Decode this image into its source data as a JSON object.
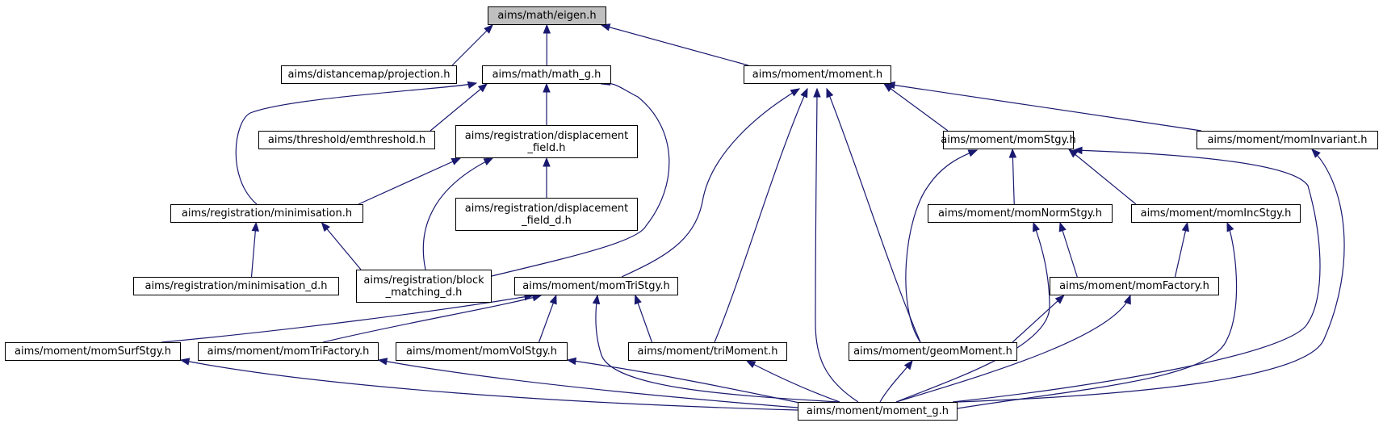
{
  "nodes": [
    {
      "id": "eigen",
      "label": "aims/math/eigen.h",
      "root": true
    },
    {
      "id": "projection",
      "label": "aims/distancemap/projection.h"
    },
    {
      "id": "math_g",
      "label": "aims/math/math_g.h"
    },
    {
      "id": "moment",
      "label": "aims/moment/moment.h"
    },
    {
      "id": "emthreshold",
      "label": "aims/threshold/emthreshold.h"
    },
    {
      "id": "displacement_field",
      "label": "aims/registration/displacement\n_field.h"
    },
    {
      "id": "momStgy",
      "label": "aims/moment/momStgy.h"
    },
    {
      "id": "momInvariant",
      "label": "aims/moment/momInvariant.h"
    },
    {
      "id": "minimisation",
      "label": "aims/registration/minimisation.h"
    },
    {
      "id": "displacement_field_d",
      "label": "aims/registration/displacement\n_field_d.h"
    },
    {
      "id": "momNormStgy",
      "label": "aims/moment/momNormStgy.h"
    },
    {
      "id": "momIncStgy",
      "label": "aims/moment/momIncStgy.h"
    },
    {
      "id": "minimisation_d",
      "label": "aims/registration/minimisation_d.h"
    },
    {
      "id": "block_matching_d",
      "label": "aims/registration/block\n_matching_d.h"
    },
    {
      "id": "momTriStgy",
      "label": "aims/moment/momTriStgy.h"
    },
    {
      "id": "momFactory",
      "label": "aims/moment/momFactory.h"
    },
    {
      "id": "momSurfStgy",
      "label": "aims/moment/momSurfStgy.h"
    },
    {
      "id": "momTriFactory",
      "label": "aims/moment/momTriFactory.h"
    },
    {
      "id": "momVolStgy",
      "label": "aims/moment/momVolStgy.h"
    },
    {
      "id": "triMoment",
      "label": "aims/moment/triMoment.h"
    },
    {
      "id": "geomMoment",
      "label": "aims/moment/geomMoment.h"
    },
    {
      "id": "moment_g",
      "label": "aims/moment/moment_g.h"
    }
  ],
  "edges": [
    [
      "projection",
      "eigen"
    ],
    [
      "math_g",
      "eigen"
    ],
    [
      "moment",
      "eigen"
    ],
    [
      "emthreshold",
      "math_g"
    ],
    [
      "displacement_field",
      "math_g"
    ],
    [
      "minimisation",
      "math_g"
    ],
    [
      "block_matching_d",
      "math_g"
    ],
    [
      "minimisation",
      "displacement_field"
    ],
    [
      "displacement_field_d",
      "displacement_field"
    ],
    [
      "block_matching_d",
      "displacement_field"
    ],
    [
      "minimisation_d",
      "minimisation"
    ],
    [
      "block_matching_d",
      "minimisation"
    ],
    [
      "momStgy",
      "moment"
    ],
    [
      "momInvariant",
      "moment"
    ],
    [
      "momTriStgy",
      "moment"
    ],
    [
      "triMoment",
      "moment"
    ],
    [
      "geomMoment",
      "moment"
    ],
    [
      "moment_g",
      "moment"
    ],
    [
      "momNormStgy",
      "momStgy"
    ],
    [
      "momIncStgy",
      "momStgy"
    ],
    [
      "geomMoment",
      "momStgy"
    ],
    [
      "moment_g",
      "momStgy"
    ],
    [
      "moment_g",
      "momInvariant"
    ],
    [
      "momFactory",
      "momNormStgy"
    ],
    [
      "moment_g",
      "momNormStgy"
    ],
    [
      "momFactory",
      "momIncStgy"
    ],
    [
      "moment_g",
      "momIncStgy"
    ],
    [
      "geomMoment",
      "momFactory"
    ],
    [
      "moment_g",
      "momFactory"
    ],
    [
      "momSurfStgy",
      "momTriStgy"
    ],
    [
      "momTriFactory",
      "momTriStgy"
    ],
    [
      "momVolStgy",
      "momTriStgy"
    ],
    [
      "triMoment",
      "momTriStgy"
    ],
    [
      "moment_g",
      "momTriStgy"
    ],
    [
      "moment_g",
      "momSurfStgy"
    ],
    [
      "moment_g",
      "momTriFactory"
    ],
    [
      "moment_g",
      "momVolStgy"
    ],
    [
      "moment_g",
      "triMoment"
    ],
    [
      "moment_g",
      "geomMoment"
    ]
  ]
}
